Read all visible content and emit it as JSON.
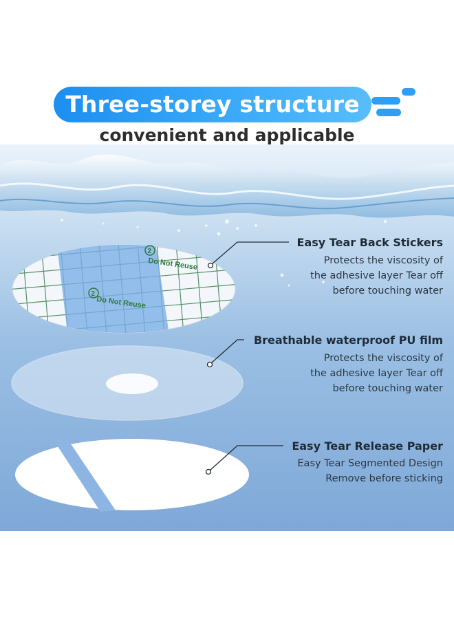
{
  "header": {
    "title": "Three-storey structure",
    "subtitle": "convenient and applicable"
  },
  "layers": [
    {
      "title": "Easy Tear Back Stickers",
      "lines": [
        "Protects the viscosity of",
        "the adhesive layer Tear off",
        "before touching water"
      ]
    },
    {
      "title": "Breathable waterproof PU film",
      "lines": [
        "Protects the viscosity of",
        "the adhesive layer Tear off",
        "before touching water"
      ]
    },
    {
      "title": "Easy Tear Release Paper",
      "lines": [
        "Easy Tear Segmented Design",
        "Remove before sticking"
      ]
    }
  ],
  "sticker_marks": {
    "label_top": "Do Not Reuse",
    "label_bottom": "Do Not Reuse",
    "number": "2"
  },
  "colors": {
    "accent_blue": "#2f9ff4",
    "grid_green": "#2f7a3e",
    "text_dark": "#1f2b36"
  }
}
